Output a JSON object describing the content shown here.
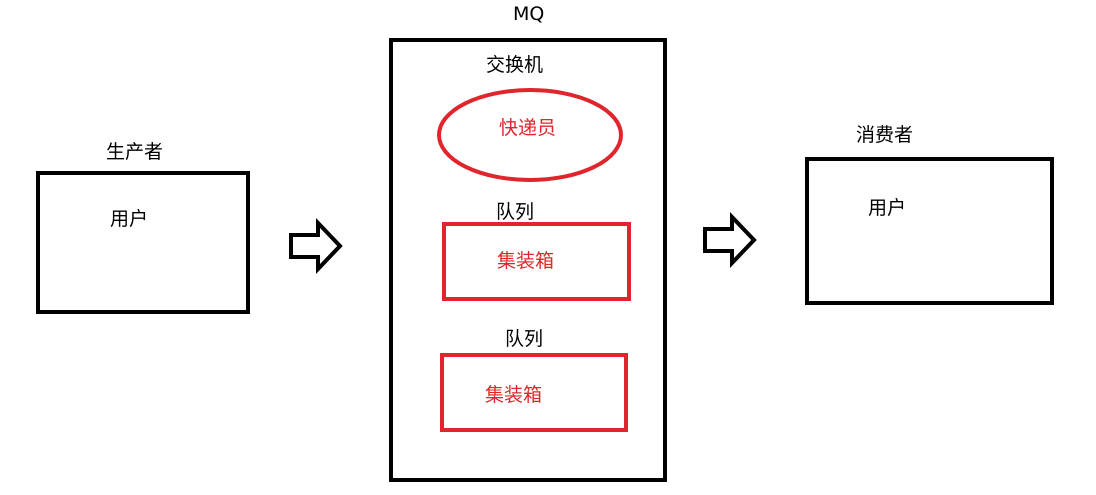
{
  "producer": {
    "title": "生产者",
    "inner": "用户"
  },
  "mq": {
    "title": "MQ",
    "exchange": {
      "label": "交换机",
      "inner": "快递员"
    },
    "queues": [
      {
        "label": "队列",
        "inner": "集装箱"
      },
      {
        "label": "队列",
        "inner": "集装箱"
      }
    ]
  },
  "consumer": {
    "title": "消费者",
    "inner": "用户"
  },
  "colors": {
    "outline": "#000000",
    "accent": "#e0262c"
  },
  "icons": [
    "arrow-right-icon",
    "arrow-right-icon"
  ]
}
